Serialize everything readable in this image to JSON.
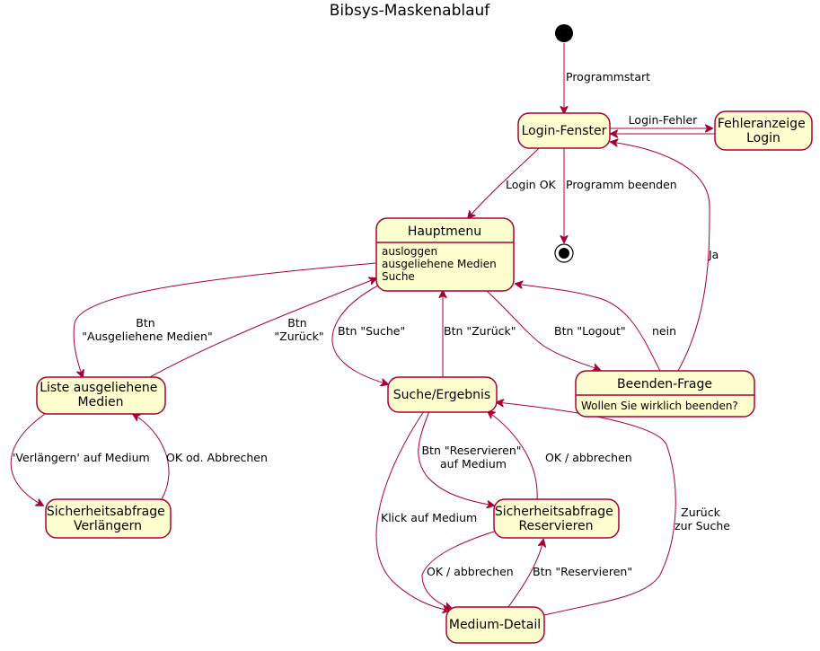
{
  "title": "Bibsys-Maskenablauf",
  "states": {
    "login": {
      "name": [
        "Login-Fenster"
      ]
    },
    "fehler": {
      "name": [
        "Fehleranzeige",
        "Login"
      ]
    },
    "hauptmenu": {
      "name": [
        "Hauptmenu"
      ],
      "body": [
        "ausloggen",
        "ausgeliehene Medien",
        "Suche"
      ]
    },
    "liste": {
      "name": [
        "Liste ausgeliehene",
        "Medien"
      ]
    },
    "suche": {
      "name": [
        "Suche/Ergebnis"
      ]
    },
    "beenden": {
      "name": [
        "Beenden-Frage"
      ],
      "body": [
        "Wollen Sie wirklich beenden?"
      ]
    },
    "sicher_verl": {
      "name": [
        "Sicherheitsabfrage",
        "Verlängern"
      ]
    },
    "sicher_res": {
      "name": [
        "Sicherheitsabfrage",
        "Reservieren"
      ]
    },
    "detail": {
      "name": [
        "Medium-Detail"
      ]
    }
  },
  "edges": {
    "programmstart": [
      "Programmstart"
    ],
    "login_fehler": [
      "Login-Fehler"
    ],
    "login_ok": [
      "Login OK"
    ],
    "programm_beenden": [
      "Programm beenden"
    ],
    "ja": [
      "Ja"
    ],
    "btn_ausgeliehene": [
      "Btn",
      "\"Ausgeliehene Medien\""
    ],
    "btn_zurueck_liste": [
      "Btn",
      "\"Zurück\""
    ],
    "btn_suche": [
      "Btn \"Suche\""
    ],
    "btn_zurueck_suche": [
      "Btn \"Zurück\""
    ],
    "btn_logout": [
      "Btn \"Logout\""
    ],
    "nein": [
      "nein"
    ],
    "verlaengern": [
      "'Verlängern' auf Medium"
    ],
    "ok_abbrechen_verl": [
      "OK od. Abbrechen"
    ],
    "btn_reservieren_medium": [
      "Btn \"Reservieren\"",
      "auf Medium"
    ],
    "ok_abbrechen_res_up": [
      "OK / abbrechen"
    ],
    "klick_medium": [
      "Klick auf Medium"
    ],
    "ok_abbrechen_res_down": [
      "OK / abbrechen"
    ],
    "btn_reservieren": [
      "Btn \"Reservieren\""
    ],
    "zurueck_suche": [
      "Zurück",
      "zur Suche"
    ]
  }
}
